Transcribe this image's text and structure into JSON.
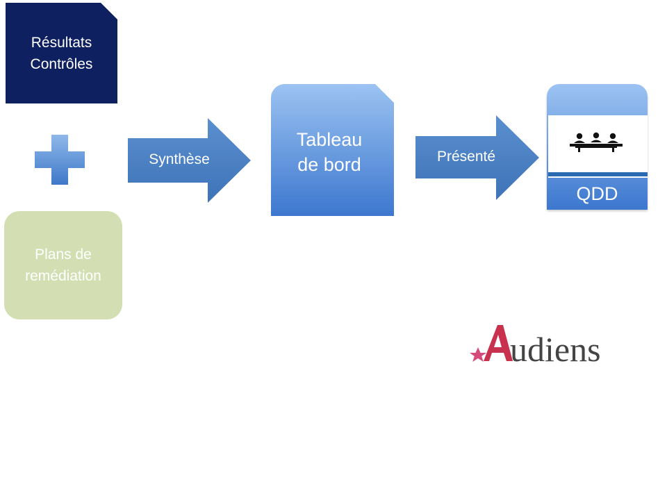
{
  "results_box": {
    "line1": "Résultats",
    "line2": "Contrôles"
  },
  "plans_box": {
    "line1": "Plans de",
    "line2": "remédiation"
  },
  "arrow_synthese": {
    "label": "Synthèse"
  },
  "tableau_box": {
    "line1": "Tableau",
    "line2": "de bord"
  },
  "arrow_presente": {
    "label": "Présenté"
  },
  "qdd_box": {
    "label": "QDD"
  },
  "logo": {
    "text": "Audiens"
  },
  "colors": {
    "navy": "#0e2060",
    "green_light": "#d3dfb3",
    "blue": "#3e73b8",
    "blue_light": "#9cc3f2",
    "logo_red": "#c8324e",
    "logo_star": "#d44a7a",
    "logo_grey": "#444444"
  }
}
